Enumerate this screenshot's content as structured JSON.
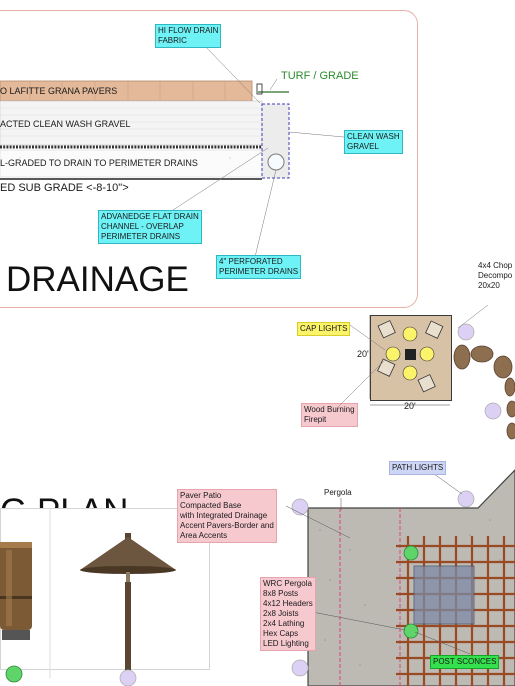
{
  "section": {
    "layer_pavers": "O LAFITTE GRANA PAVERS",
    "layer_gravel": "ACTED CLEAN WASH GRAVEL",
    "layer_graded": "L-GRADED TO DRAIN TO PERIMETER DRAINS",
    "subgrade": "ED SUB GRADE <-8-10\">",
    "title": "DRAINAGE",
    "labels": {
      "fabric": "HI FLOW DRAIN\nFABRIC",
      "turf": "TURF / GRADE",
      "clean_wash": "CLEAN WASH\nGRAVEL",
      "advanedge": "ADVANEDGE FLAT DRAIN\nCHANNEL - OVERLAP\nPERIMETER DRAINS",
      "perforated": "4\" PERFORATED\nPERIMETER DRAINS"
    }
  },
  "plan": {
    "title": "G PLAN",
    "chop_note": "4x4 Chop\nDecompo\n20x20",
    "cap_lights": "CAP LIGHTS",
    "dim_width": "20'",
    "dim_height": "20'",
    "firepit": "Wood Burning\nFirepit",
    "path_lights": "PATH LIGHTS",
    "pergola": "Pergola",
    "paver_patio": "Paver Patio\nCompacted Base\nwith Integrated Drainage\nAccent Pavers-Border and\nArea Accents",
    "wrc_pergola": "WRC Pergola\n8x8 Posts\n4x12 Headers\n2x8 Joists\n2x4 Lathing\nHex Caps\nLED Lighting",
    "post_sconces": "POST SCONCES"
  },
  "colors": {
    "paver_band": "#e3b99a",
    "label_cyan": "#6ef2f5",
    "label_pink": "#f6c9cf",
    "label_yellow": "#fbf36a",
    "label_lavender": "#cdd6f5",
    "label_green": "#34e04c",
    "turf_text": "#2c8a2c",
    "pergola_wood": "#9a4a22",
    "patio": "#bdbab4"
  }
}
